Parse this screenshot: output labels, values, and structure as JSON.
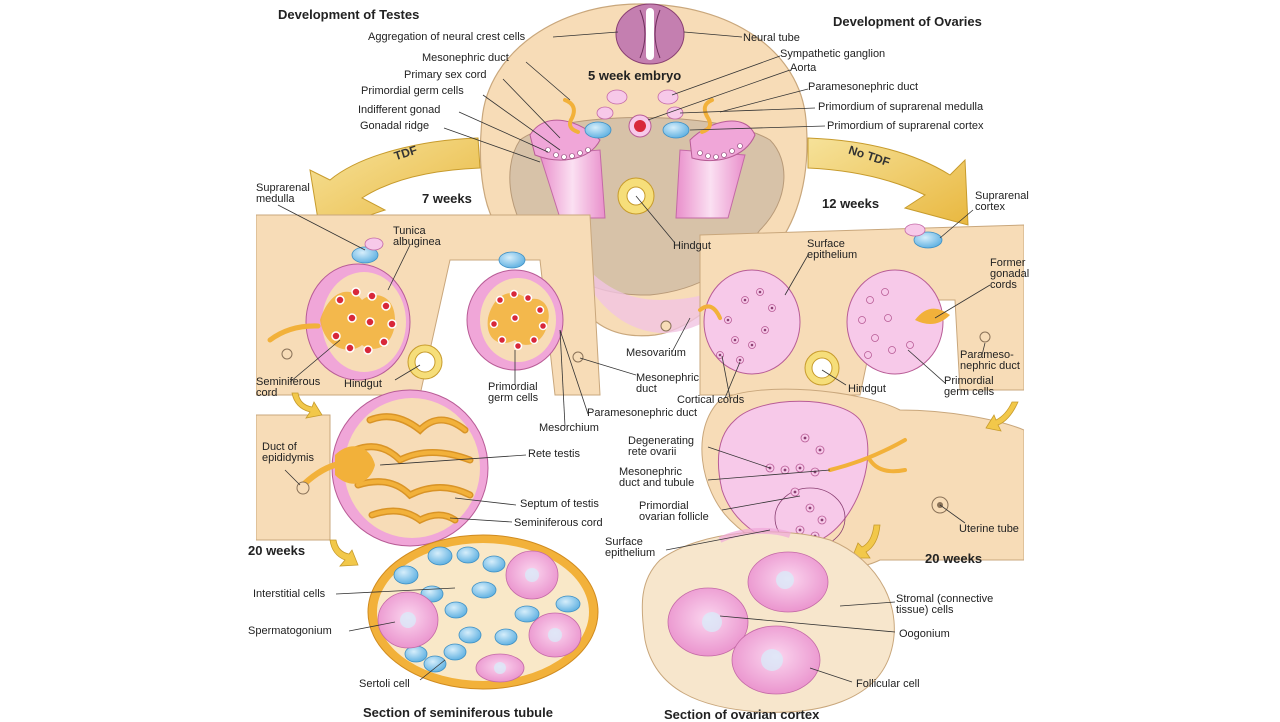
{
  "titles": {
    "testes": "Development of Testes",
    "ovaries": "Development of Ovaries",
    "embryo": "5 week embryo",
    "w7": "7 weeks",
    "w12": "12 weeks",
    "w20l": "20 weeks",
    "w20r": "20 weeks",
    "sem_section": "Section of seminiferous tubule",
    "ov_section": "Section of ovarian cortex"
  },
  "arrows": {
    "tdf": "TDF",
    "no_tdf": "No TDF"
  },
  "labels": {
    "neural_crest": "Aggregation of neural crest cells",
    "neural_tube": "Neural tube",
    "mesonephric_duct_top": "Mesonephric duct",
    "sympathetic_ganglion": "Sympathetic ganglion",
    "primary_sex_cord": "Primary sex cord",
    "aorta": "Aorta",
    "primordial_germ_cells_top": "Primordial germ cells",
    "paramesonephric_duct_top": "Paramesonephric duct",
    "indifferent_gonad": "Indifferent gonad",
    "suprarenal_medulla_prim": "Primordium of suprarenal medulla",
    "gonadal_ridge": "Gonadal ridge",
    "suprarenal_cortex_prim": "Primordium of suprarenal cortex",
    "suprarenal_medulla": "Suprarenal\nmedulla",
    "hindgut_center": "Hindgut",
    "suprarenal_cortex_right": "Suprarenal\ncortex",
    "tunica_albuginea": "Tunica\nalbuginea",
    "surface_epithelium_top": "Surface\nepithelium",
    "former_gonadal_cords": "Former\ngonadal\ncords",
    "mesovarium": "Mesovarium",
    "paramesonephric_duct_right": "Parameso-\nnephric duct",
    "seminiferous_cord_left": "Seminiferous\ncord",
    "hindgut_left": "Hindgut",
    "primordial_germ_cells_mid": "Primordial\ngerm cells",
    "mesonephric_duct_mid": "Mesonephric\nduct",
    "hindgut_right": "Hindgut",
    "primordial_germ_cells_right": "Primordial\ngerm cells",
    "cortical_cords": "Cortical cords",
    "paramesonephric_duct_mid": "Paramesonephric duct",
    "mesorchium": "Mesorchium",
    "duct_of_epididymis": "Duct of\nepididymis",
    "degenerating_rete": "Degenerating\nrete ovarii",
    "rete_testis": "Rete testis",
    "mesonephric_duct_tubule": "Mesonephric\nduct and tubule",
    "septum_of_testis": "Septum of testis",
    "primordial_ovarian_follicle": "Primordial\novarian follicle",
    "seminiferous_cord_bottom": "Seminiferous cord",
    "uterine_tube": "Uterine tube",
    "surface_epithelium_bottom": "Surface\nepithelium",
    "interstitial_cells": "Interstitial cells",
    "stromal_cells": "Stromal (connective\ntissue) cells",
    "spermatogonium": "Spermatogonium",
    "oogonium": "Oogonium",
    "sertoli_cell": "Sertoli cell",
    "follicular_cell": "Follicular cell"
  },
  "colors": {
    "tissue": "#f7dcb7",
    "tissue_edge": "#c9a77c",
    "pink": "#f0a6d8",
    "pink_light": "#f7c9e9",
    "orange": "#f2b13a",
    "red_dot": "#d8283a",
    "blue": "#7ec4ec",
    "yellow_arrow": "#f3d46a"
  }
}
